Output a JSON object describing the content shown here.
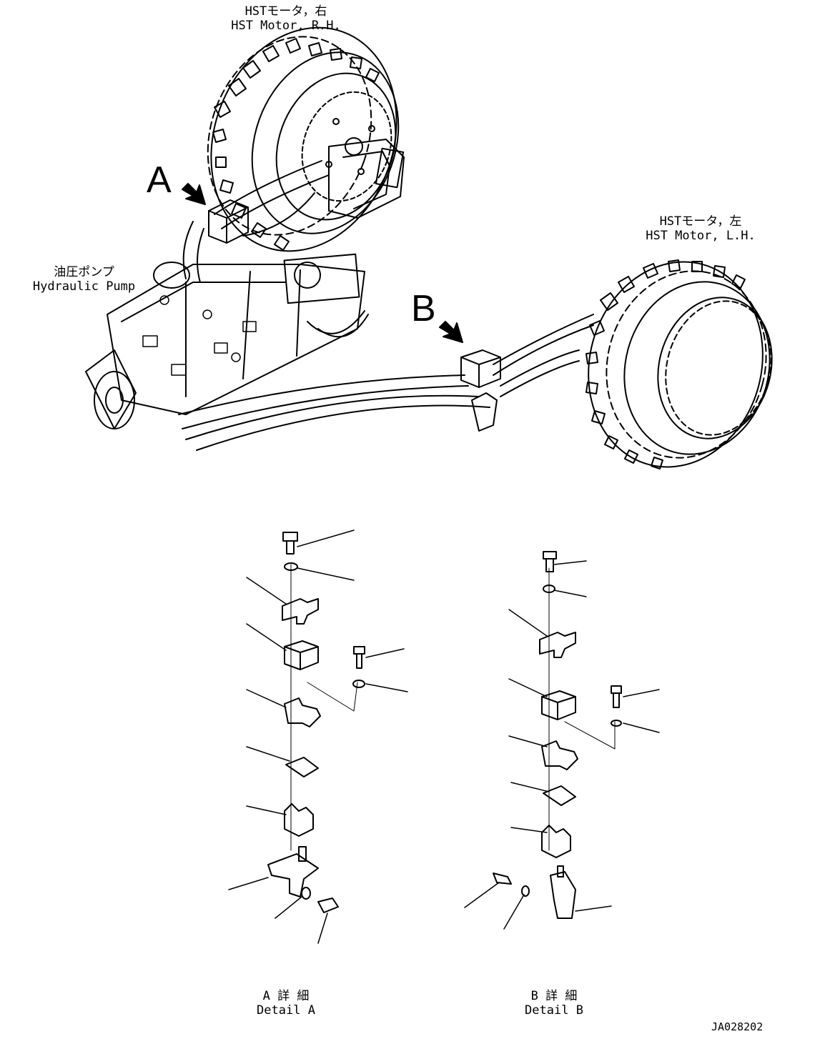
{
  "labels": {
    "hst_motor_rh": {
      "jp": "HSTモータ，右",
      "en": "HST Motor, R.H."
    },
    "hst_motor_lh": {
      "jp": "HSTモータ，左",
      "en": "HST Motor, L.H."
    },
    "hydraulic_pump": {
      "jp": "油圧ポンプ",
      "en": "Hydraulic Pump"
    },
    "callout_a": "A",
    "callout_b": "B",
    "detail_a": {
      "jp": "A 詳 細",
      "en": "Detail A"
    },
    "detail_b": {
      "jp": "B 詳 細",
      "en": "Detail B"
    },
    "drawing_code": "JA028202"
  }
}
